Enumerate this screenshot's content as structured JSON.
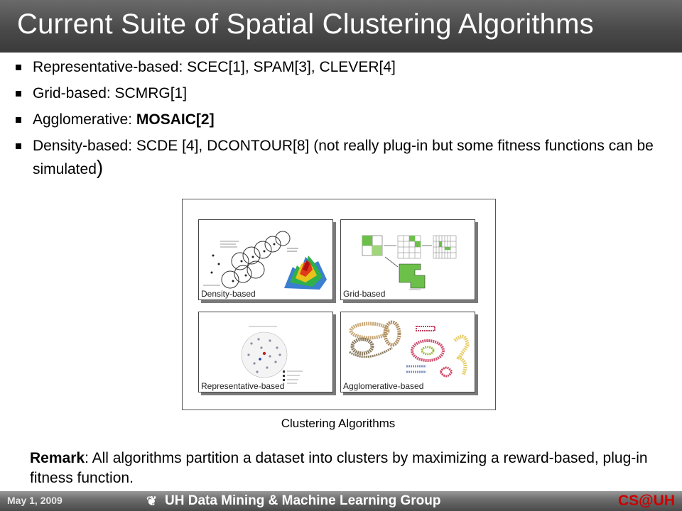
{
  "slide": {
    "title": "Current Suite of Spatial Clustering Algorithms"
  },
  "bullets": [
    {
      "text": "Representative-based: SCEC[1], SPAM[3], CLEVER[4]"
    },
    {
      "text": "Grid-based: SCMRG[1]"
    },
    {
      "prefix": "Agglomerative: ",
      "bold": "MOSAIC[2]"
    },
    {
      "text": "Density-based: SCDE [4], DCONTOUR[8] (not really plug-in but some fitness functions can be simulated",
      "closing": ")"
    }
  ],
  "figure": {
    "panels": [
      {
        "label": "Density-based"
      },
      {
        "label": "Grid-based"
      },
      {
        "label": "Representative-based"
      },
      {
        "label": "Agglomerative-based"
      }
    ],
    "caption": "Clustering Algorithms"
  },
  "remark": {
    "label": "Remark",
    "text": ": All algorithms partition a dataset into clusters by maximizing a reward-based, plug-in fitness function."
  },
  "footer": {
    "date": "May 1, 2009",
    "group": "UH Data Mining & Machine Learning Group",
    "logo_left": "CS",
    "logo_at": "@",
    "logo_right": "UH"
  },
  "colors": {
    "title_bar": "#4a4a4a",
    "footer_logo": "#cc0000"
  }
}
